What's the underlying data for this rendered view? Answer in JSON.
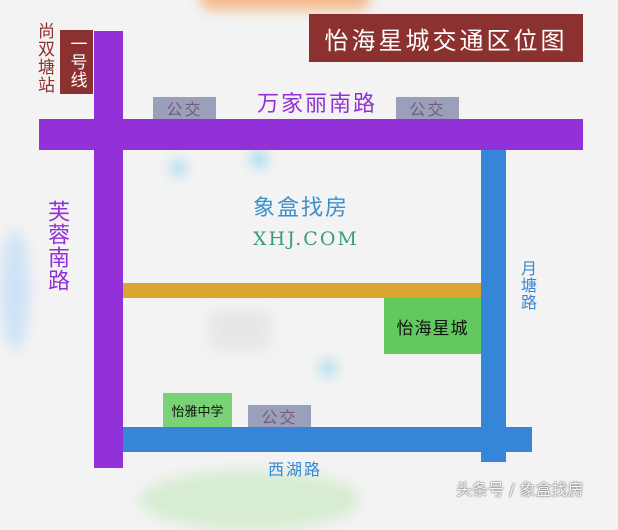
{
  "map": {
    "title": "怡海星城交通区位图",
    "colors": {
      "background": "#f3f3f3",
      "title_bg": "#8b3230",
      "purple_road": "#9331d9",
      "blue_road": "#3585d8",
      "orange_road": "#dba532",
      "green_poi": "#62c95e",
      "bus_tag": "#9aa0bb"
    },
    "metro": {
      "station": "尚双塘站",
      "line": "一号线"
    },
    "roads": {
      "north": "万家丽南路",
      "west": "芙蓉南路",
      "east": "月塘路",
      "south": "西湖路"
    },
    "bus_stops": [
      "公交",
      "公交",
      "公交"
    ],
    "pois": {
      "main": "怡海星城",
      "school": "怡雅中学"
    },
    "watermark": {
      "name": "象盒找房",
      "domain": "XHJ.COM"
    },
    "footer_credit": "头条号 / 象盒找房"
  }
}
